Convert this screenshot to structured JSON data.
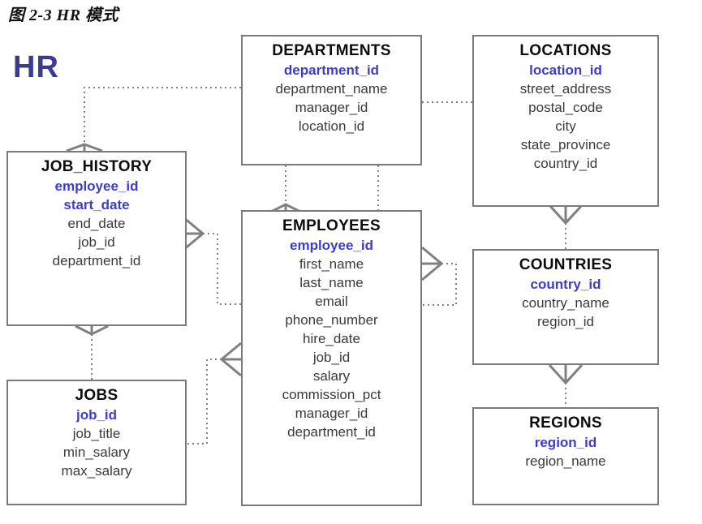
{
  "figure": {
    "title": "图 2-3 HR 模式",
    "schema_label": "HR"
  },
  "colors": {
    "primary_key": "#3d3dcc",
    "schema_label": "#3b3b8f",
    "box_border": "#7a7a7a",
    "attribute_text": "#3a3a3a",
    "title_text": "#0d0d0d",
    "connector": "#808080"
  },
  "entities": [
    {
      "name": "DEPARTMENTS",
      "attributes": [
        {
          "name": "department_id",
          "key": "pk"
        },
        {
          "name": "department_name",
          "key": ""
        },
        {
          "name": "manager_id",
          "key": ""
        },
        {
          "name": "location_id",
          "key": ""
        }
      ]
    },
    {
      "name": "LOCATIONS",
      "attributes": [
        {
          "name": "location_id",
          "key": "pk"
        },
        {
          "name": "street_address",
          "key": ""
        },
        {
          "name": "postal_code",
          "key": ""
        },
        {
          "name": "city",
          "key": ""
        },
        {
          "name": "state_province",
          "key": ""
        },
        {
          "name": "country_id",
          "key": ""
        }
      ]
    },
    {
      "name": "JOB_HISTORY",
      "attributes": [
        {
          "name": "employee_id",
          "key": "pk"
        },
        {
          "name": "start_date",
          "key": "pk"
        },
        {
          "name": "end_date",
          "key": ""
        },
        {
          "name": "job_id",
          "key": ""
        },
        {
          "name": "department_id",
          "key": ""
        }
      ]
    },
    {
      "name": "EMPLOYEES",
      "attributes": [
        {
          "name": "employee_id",
          "key": "pk"
        },
        {
          "name": "first_name",
          "key": ""
        },
        {
          "name": "last_name",
          "key": ""
        },
        {
          "name": "email",
          "key": ""
        },
        {
          "name": "phone_number",
          "key": ""
        },
        {
          "name": "hire_date",
          "key": ""
        },
        {
          "name": "job_id",
          "key": ""
        },
        {
          "name": "salary",
          "key": ""
        },
        {
          "name": "commission_pct",
          "key": ""
        },
        {
          "name": "manager_id",
          "key": ""
        },
        {
          "name": "department_id",
          "key": ""
        }
      ]
    },
    {
      "name": "COUNTRIES",
      "attributes": [
        {
          "name": "country_id",
          "key": "pk"
        },
        {
          "name": "country_name",
          "key": ""
        },
        {
          "name": "region_id",
          "key": ""
        }
      ]
    },
    {
      "name": "JOBS",
      "attributes": [
        {
          "name": "job_id",
          "key": "pk"
        },
        {
          "name": "job_title",
          "key": ""
        },
        {
          "name": "min_salary",
          "key": ""
        },
        {
          "name": "max_salary",
          "key": ""
        }
      ]
    },
    {
      "name": "REGIONS",
      "attributes": [
        {
          "name": "region_id",
          "key": "pk"
        },
        {
          "name": "region_name",
          "key": ""
        }
      ]
    }
  ]
}
